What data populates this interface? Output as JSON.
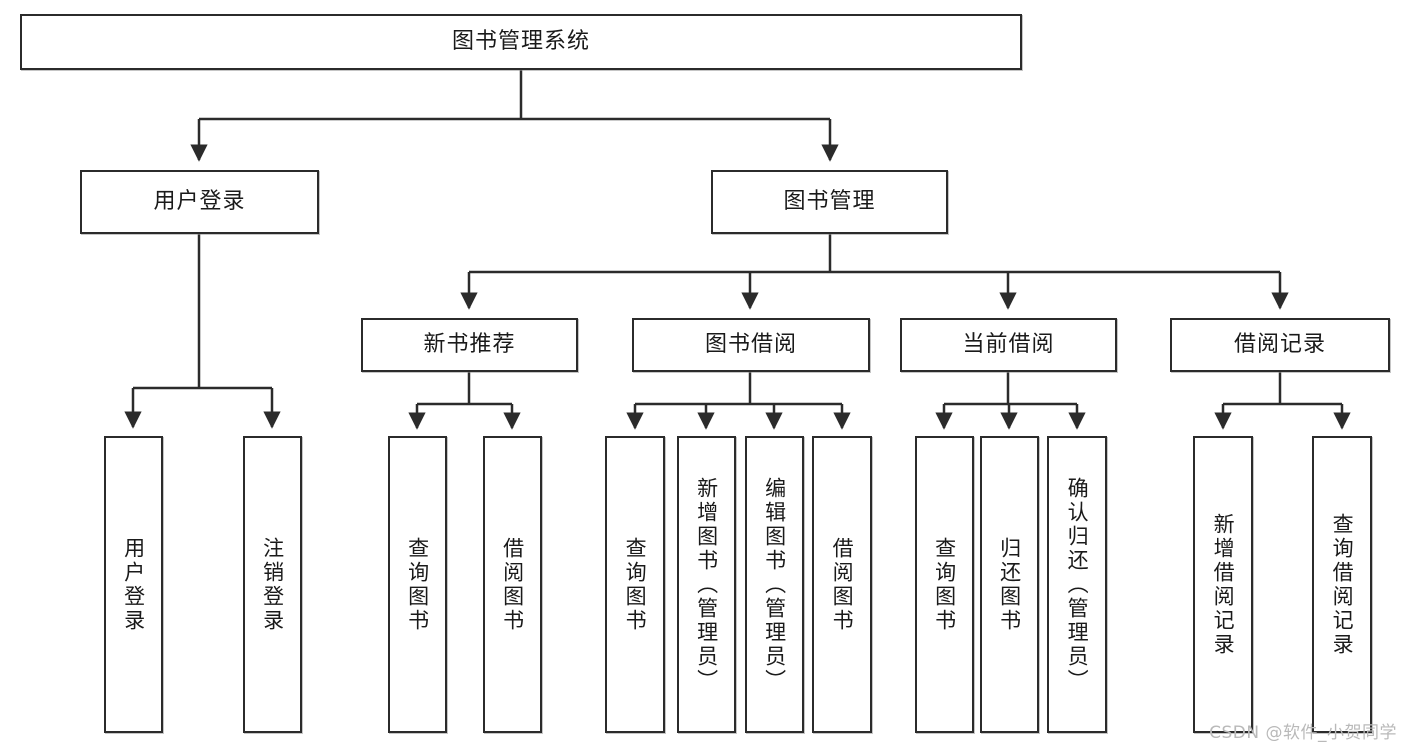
{
  "diagram": {
    "title": "图书管理系统",
    "type": "tree",
    "watermark": "CSDN @软件_小贺同学",
    "colors": {
      "background": "#ffffff",
      "node_border": "#2b2b2b",
      "node_fill": "#ffffff",
      "edge": "#2b2b2b",
      "text": "#1a1a1a",
      "watermark": "#b9b9b9"
    },
    "nodes": {
      "root": {
        "label": "图书管理系统",
        "level": 1,
        "orientation": "horizontal"
      },
      "n_user_login": {
        "label": "用户登录",
        "level": 2,
        "orientation": "horizontal"
      },
      "n_book_mgmt": {
        "label": "图书管理",
        "level": 2,
        "orientation": "horizontal"
      },
      "n_new_books": {
        "label": "新书推荐",
        "level": 3,
        "orientation": "horizontal"
      },
      "n_borrow": {
        "label": "图书借阅",
        "level": 3,
        "orientation": "horizontal"
      },
      "n_current": {
        "label": "当前借阅",
        "level": 3,
        "orientation": "horizontal"
      },
      "n_records": {
        "label": "借阅记录",
        "level": 3,
        "orientation": "horizontal"
      },
      "l_user_login": {
        "label": "用户登录",
        "level": 4,
        "orientation": "vertical"
      },
      "l_logout": {
        "label": "注销登录",
        "level": 4,
        "orientation": "vertical"
      },
      "l_query_book_1": {
        "label": "查询图书",
        "level": 4,
        "orientation": "vertical"
      },
      "l_borrow_book_1": {
        "label": "借阅图书",
        "level": 4,
        "orientation": "vertical"
      },
      "l_query_book_2": {
        "label": "查询图书",
        "level": 4,
        "orientation": "vertical"
      },
      "l_add_book": {
        "label": "新增图书（管理员）",
        "level": 4,
        "orientation": "vertical"
      },
      "l_edit_book": {
        "label": "编辑图书（管理员）",
        "level": 4,
        "orientation": "vertical"
      },
      "l_borrow_book_2": {
        "label": "借阅图书",
        "level": 4,
        "orientation": "vertical"
      },
      "l_query_book_3": {
        "label": "查询图书",
        "level": 4,
        "orientation": "vertical"
      },
      "l_return_book": {
        "label": "归还图书",
        "level": 4,
        "orientation": "vertical"
      },
      "l_confirm_return": {
        "label": "确认归还（管理员）",
        "level": 4,
        "orientation": "vertical"
      },
      "l_add_record": {
        "label": "新增借阅记录",
        "level": 4,
        "orientation": "vertical"
      },
      "l_query_record": {
        "label": "查询借阅记录",
        "level": 4,
        "orientation": "vertical"
      }
    },
    "edges": [
      {
        "from": "root",
        "to": "n_user_login"
      },
      {
        "from": "root",
        "to": "n_book_mgmt"
      },
      {
        "from": "n_user_login",
        "to": "l_user_login"
      },
      {
        "from": "n_user_login",
        "to": "l_logout"
      },
      {
        "from": "n_book_mgmt",
        "to": "n_new_books"
      },
      {
        "from": "n_book_mgmt",
        "to": "n_borrow"
      },
      {
        "from": "n_book_mgmt",
        "to": "n_current"
      },
      {
        "from": "n_book_mgmt",
        "to": "n_records"
      },
      {
        "from": "n_new_books",
        "to": "l_query_book_1"
      },
      {
        "from": "n_new_books",
        "to": "l_borrow_book_1"
      },
      {
        "from": "n_borrow",
        "to": "l_query_book_2"
      },
      {
        "from": "n_borrow",
        "to": "l_add_book"
      },
      {
        "from": "n_borrow",
        "to": "l_edit_book"
      },
      {
        "from": "n_borrow",
        "to": "l_borrow_book_2"
      },
      {
        "from": "n_current",
        "to": "l_query_book_3"
      },
      {
        "from": "n_current",
        "to": "l_return_book"
      },
      {
        "from": "n_current",
        "to": "l_confirm_return"
      },
      {
        "from": "n_records",
        "to": "l_add_record"
      },
      {
        "from": "n_records",
        "to": "l_query_record"
      }
    ]
  }
}
